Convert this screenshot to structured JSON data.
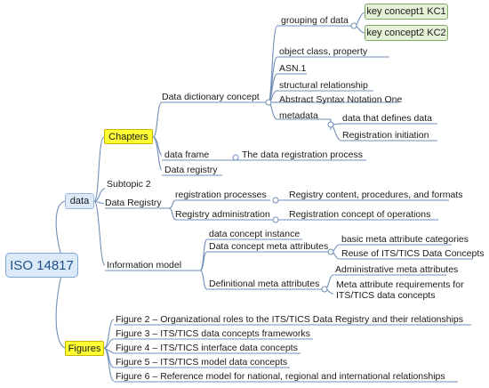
{
  "root": "ISO 14817",
  "data": "data",
  "chapters": "Chapters",
  "figures": "Figures",
  "ddc": "Data dictionary concept",
  "grouping": "grouping of data",
  "kc1": "key concept1 KC1",
  "kc2": "key concept2 KC2",
  "object_class": "object class, property",
  "asn1": "ASN.1",
  "structural": "structural relationship",
  "asn_full": "Abstract Syntax Notation One",
  "metadata": "metadata",
  "defines": "data that defines data",
  "reg_init": "Registration initiation",
  "data_frame": "data frame",
  "dr_process": "The data registration process",
  "data_registry_ch": "Data registry",
  "subtopic2": "Subtopic 2",
  "data_registry": "Data Registry",
  "reg_processes": "registration processes",
  "reg_content": "Registry content, procedures, and formats",
  "reg_admin": "Registry administration",
  "reg_concept": "Registration concept of operations",
  "info_model": "Information model",
  "dci": "data concept instance",
  "dcma": "Data concept meta attributes",
  "basic_ma": "basic meta attribute categories",
  "reuse": "Reuse of ITS/TICS Data Concepts",
  "defma": "Definitional meta attributes",
  "admin_ma": "Administrative  meta attributes",
  "ma_req": "Meta attribute requirements for ITS/TICS data concepts",
  "fig2": "Figure 2 – Organizational roles to the ITS/TICS Data Registry and their relationships",
  "fig3": "Figure 3 – ITS/TICS data concepts frameworks",
  "fig4": "Figure 4 – ITS/TICS interface data concepts",
  "fig5": "Figure 5 – ITS/TICS model data concepts",
  "fig6": "Figure 6 – Reference model for national, regional and international relationships",
  "colors": {
    "branch": "#6f8fb8",
    "root_fill": "#dce9f7",
    "highlight": "#ffff33",
    "key_fill": "#e4f1d6"
  }
}
